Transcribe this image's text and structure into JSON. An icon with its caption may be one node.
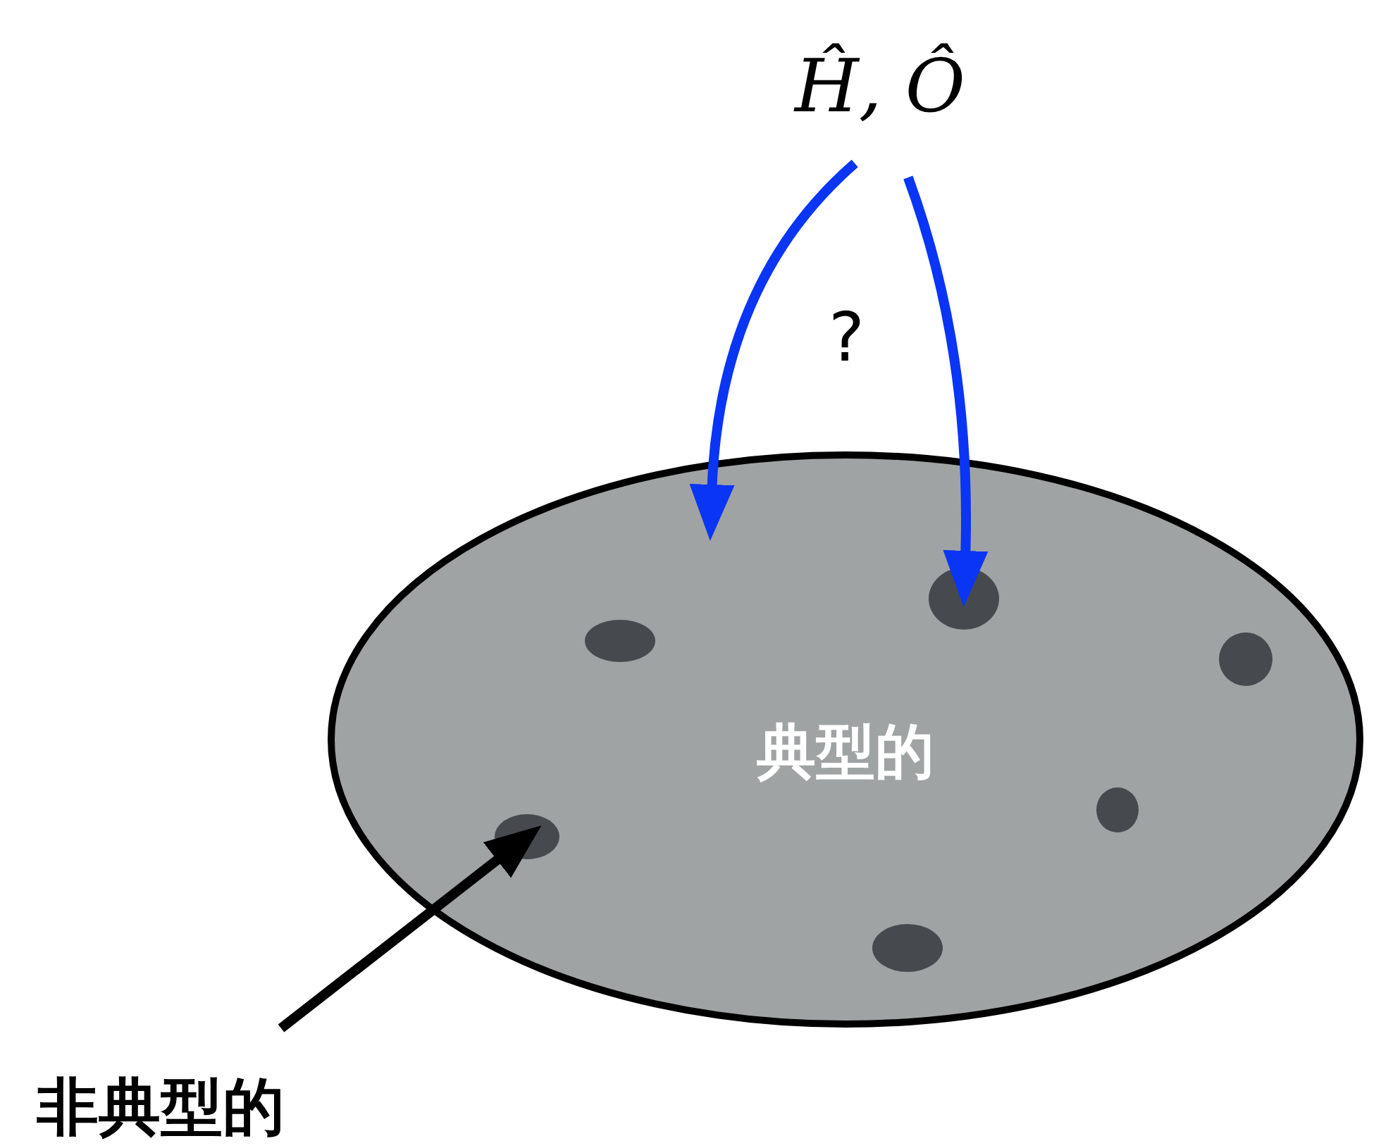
{
  "diagram": {
    "nodes": [
      {
        "text": [
          "Ĥ, Ô"
        ]
      },
      {
        "text": [
          "典型的"
        ]
      },
      {
        "text": [],
        "shape": "circle",
        "in": 1
      },
      {
        "text": [],
        "shape": "circle",
        "in": 1
      },
      {
        "text": [],
        "shape": "circle",
        "in": 1
      },
      {
        "text": [],
        "shape": "circle",
        "in": 1
      },
      {
        "text": [],
        "shape": "circle",
        "in": 1
      },
      {
        "text": [],
        "shape": "circle",
        "in": 1
      },
      {
        "text": [
          "非典型的"
        ]
      }
    ],
    "edges": [
      {
        "from": 0,
        "to": 1,
        "arrow": "to"
      },
      {
        "from": 0,
        "to": 2,
        "arrow": "to"
      },
      {
        "from": 8,
        "to": 6,
        "arrow": "to",
        "color": "#000000"
      }
    ],
    "labels": [
      "?"
    ]
  }
}
